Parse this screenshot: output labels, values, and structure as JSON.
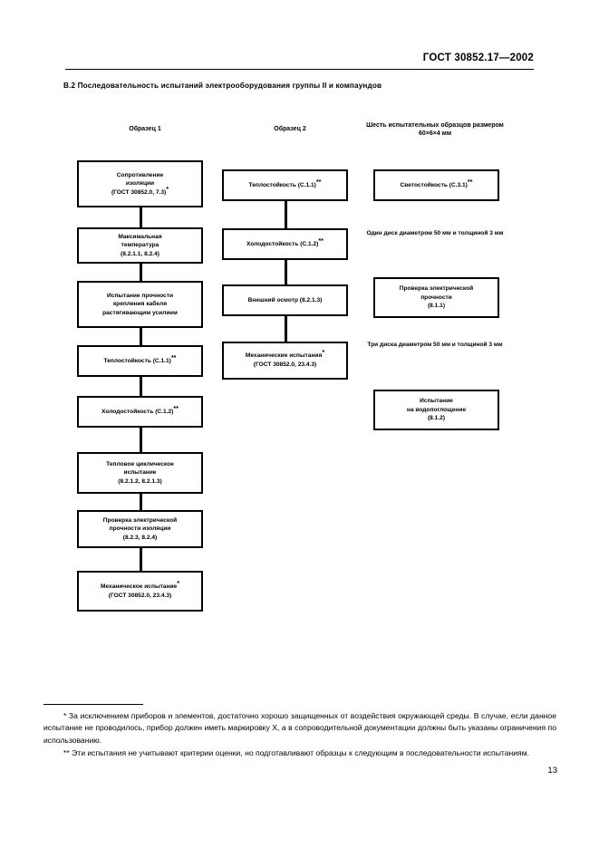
{
  "header": {
    "standard": "ГОСТ 30852.17—2002"
  },
  "section": {
    "title": "В.2  Последовательность испытаний электрооборудования группы II и компаундов"
  },
  "columns": [
    {
      "id": "column-1",
      "heading": "Образец 1",
      "boxes": [
        {
          "lines": [
            "Сопротивление",
            "изоляции",
            "(ГОСТ 30852.0, 7.3)"
          ],
          "marker": "*"
        },
        {
          "lines": [
            "Максимальная",
            "температура",
            "(8.2.1.1, 8.2.4)"
          ],
          "marker": ""
        },
        {
          "lines": [
            "Испытание прочности",
            "крепления кабеля",
            "растягивающим усилием"
          ],
          "marker": ""
        },
        {
          "lines": [
            "Теплостойкость (С.1.1)"
          ],
          "marker": "**"
        },
        {
          "lines": [
            "Холодостойкость (С.1.2)"
          ],
          "marker": "**"
        },
        {
          "lines": [
            "Тепловое циклическое",
            "испытание",
            "(8.2.1.2, 8.2.1.3)"
          ],
          "marker": ""
        },
        {
          "lines": [
            "Проверка электрической",
            "прочности изоляции",
            "(8.2.3, 8.2.4)"
          ],
          "marker": ""
        },
        {
          "lines": [
            "Механическое испытание",
            "(ГОСТ 30852.0, 23.4.3)"
          ],
          "marker": "*"
        }
      ]
    },
    {
      "id": "column-2",
      "heading": "Образец 2",
      "boxes": [
        {
          "lines": [
            "Теплостойкость (С.1.1)"
          ],
          "marker": "**"
        },
        {
          "lines": [
            "Холодостойкость (С.1.2)"
          ],
          "marker": "**"
        },
        {
          "lines": [
            "Внешний осмотр (8.2.1.3)"
          ],
          "marker": ""
        },
        {
          "lines": [
            "Механические испытания",
            "(ГОСТ 30852.0, 23.4.3)"
          ],
          "marker": "*"
        }
      ]
    },
    {
      "id": "column-3",
      "heading": "Шесть испытательных\nобразцов размером\n60×6×4 мм",
      "heading_lines": [
        "Шесть испытательных",
        "образцов размером",
        "60×6×4 мм"
      ],
      "boxes": [
        {
          "lines": [
            "Светостойкость (С.3.1)"
          ],
          "marker": "**"
        },
        {
          "lines": [
            "Проверка электрической",
            "прочности",
            "(8.1.1)"
          ],
          "marker": ""
        },
        {
          "lines": [
            "Испытание",
            "на водопоглощение",
            "(8.1.2)"
          ],
          "marker": ""
        }
      ],
      "notes": [
        {
          "lines": [
            "Один диск",
            "диаметром 50 мм",
            "и толщиной 3 мм"
          ]
        },
        {
          "lines": [
            "Три диска",
            "диаметром 50 мм",
            "и толщиной 3 мм"
          ]
        }
      ]
    }
  ],
  "footnotes": [
    "*  За исключением приборов и элементов, достаточно хорошо защищенных от воздействия окружающей среды. В случае, если данное испытание не проводилось, прибор должен иметь маркировку X, а в сопроводительной документации должны быть указаны ограничения по использованию.",
    "**  Эти испытания не учитывают критерии оценки, но подготавливают образцы к следующим в последовательности испытаниям."
  ],
  "page_number": "13"
}
